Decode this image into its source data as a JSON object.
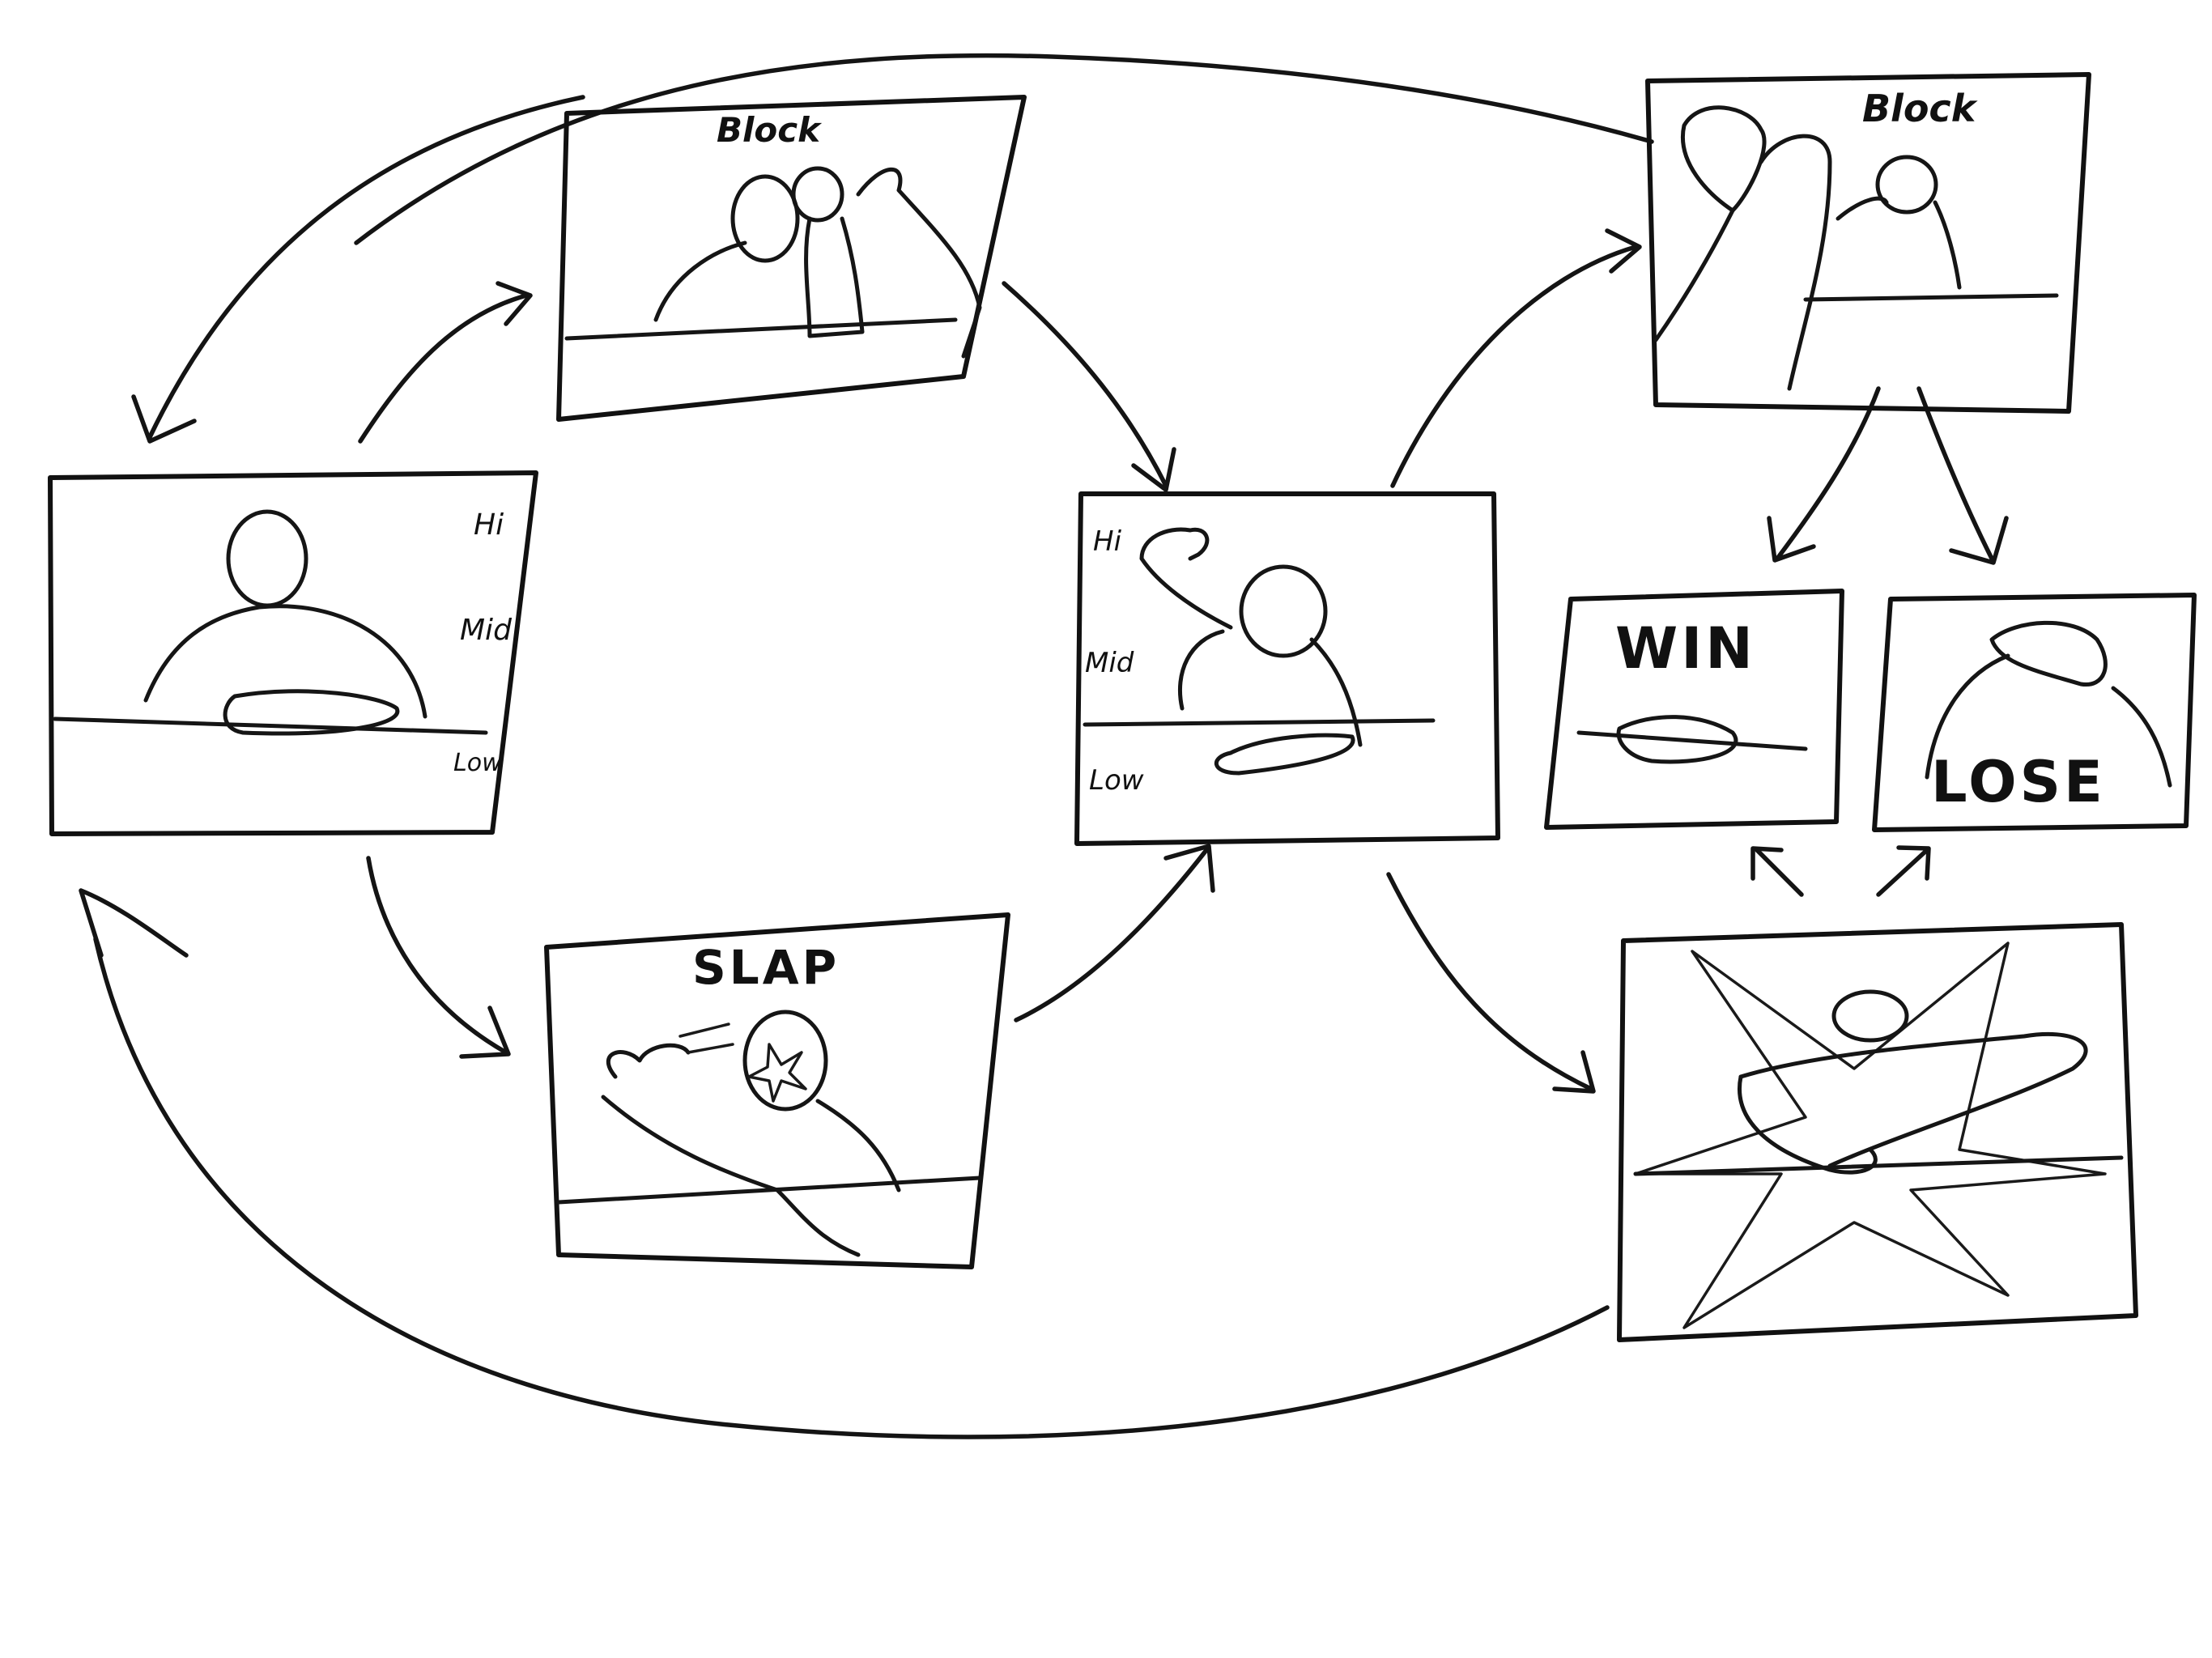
{
  "panels": {
    "idle": {
      "levels": [
        "Hi",
        "Mid",
        "Low"
      ]
    },
    "block_top": {
      "label": "Block"
    },
    "slap": {
      "label": "SLAP"
    },
    "ready": {
      "levels": [
        "Hi",
        "Mid",
        "Low"
      ]
    },
    "block_right": {
      "label": "Block"
    },
    "win": {
      "label": "WIN"
    },
    "lose": {
      "label": "LOSE"
    },
    "clash": {}
  },
  "style": {
    "ink_color": "#111111",
    "paper_color": "#ffffff"
  }
}
